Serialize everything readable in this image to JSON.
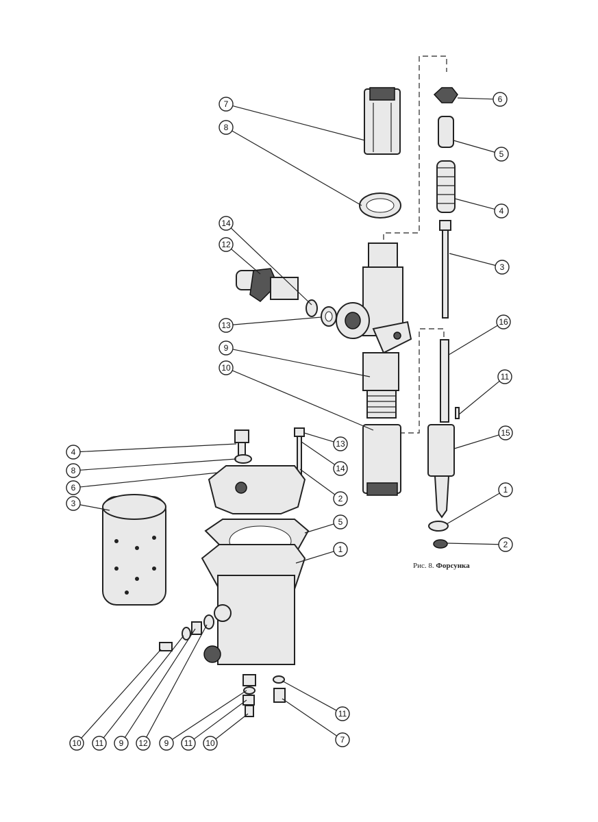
{
  "figure": {
    "caption_prefix": "Рис. 8.",
    "caption_title": "Форсунка"
  },
  "callouts": {
    "injector": [
      "6",
      "5",
      "4",
      "3",
      "16",
      "11",
      "15",
      "1",
      "2",
      "7",
      "8",
      "14",
      "12",
      "13",
      "9",
      "10"
    ],
    "filter": [
      "4",
      "8",
      "6",
      "3",
      "13",
      "14",
      "2",
      "5",
      "1",
      "11",
      "7",
      "10",
      "11",
      "9",
      "12",
      "9",
      "11",
      "10"
    ]
  }
}
